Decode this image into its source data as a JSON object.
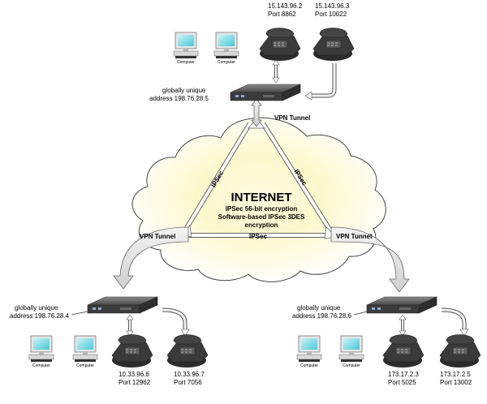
{
  "internet": {
    "title": "INTERNET",
    "line1": "IPSec 56-bit encryption",
    "line2": "Software-based IPSec 3DES",
    "line3": "encryption"
  },
  "tunnels": {
    "top": "VPN Tunnel",
    "left": "VPN Tunnel",
    "right": "VPN Tunnel",
    "ipsec_left": "IPSec",
    "ipsec_right": "IPSec",
    "ipsec_bottom": "IPSec"
  },
  "top_site": {
    "address_line1": "globally unique",
    "address_line2": "address 198.76.28.5",
    "phones": [
      {
        "ip": "15.143.96.2",
        "port": "Port 8862"
      },
      {
        "ip": "15.143.96.3",
        "port": "Port 10022"
      }
    ],
    "computers": [
      "Computer",
      "Computer"
    ]
  },
  "left_site": {
    "address_line1": "globally unique",
    "address_line2": "address 198.76.28.4",
    "phones": [
      {
        "ip": "10.33.96.6",
        "port": "Port 12962"
      },
      {
        "ip": "10.33.96.7",
        "port": "Port 7056"
      }
    ],
    "computers": [
      "Computer",
      "Computer"
    ]
  },
  "right_site": {
    "address_line1": "globally unique",
    "address_line2": "address 198.76.28.6",
    "phones": [
      {
        "ip": "173.17.2.3",
        "port": "Port 5025"
      },
      {
        "ip": "173.17.2.5",
        "port": "Port 13002"
      }
    ],
    "computers": [
      "Computer",
      "Computer"
    ]
  }
}
